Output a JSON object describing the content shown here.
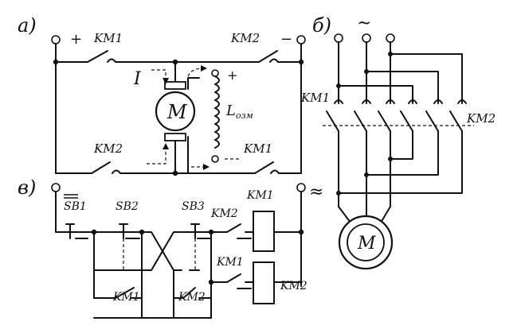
{
  "panels": {
    "a": "а)",
    "b": "б)",
    "v": "в)"
  },
  "a": {
    "plus": "+",
    "minus": "−",
    "plus_coil": "+",
    "km1_top": "KM1",
    "km2_top": "KM2",
    "km2_bottom": "KM2",
    "km1_bottom": "KM1",
    "current": "I",
    "motor": "M",
    "coil_main": "L",
    "coil_sub": "озм"
  },
  "b": {
    "ac": "~",
    "km1": "KM1",
    "km2": "KM2",
    "motor": "M"
  },
  "v": {
    "ac": "≈",
    "sb1": "SB1",
    "sb2": "SB2",
    "sb3": "SB3",
    "coil_km1": "KM1",
    "coil_km2": "KM2",
    "contact_km2_upper": "KM2",
    "contact_km1_mid": "KM1",
    "contact_km1_low": "KM1",
    "contact_km2_low": "KM2"
  }
}
